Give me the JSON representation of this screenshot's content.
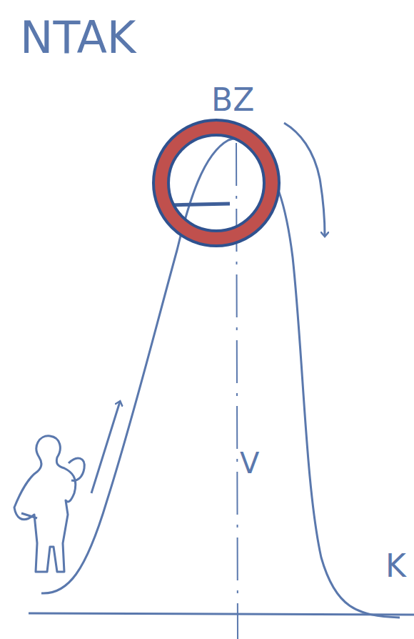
{
  "diagram": {
    "title": "NTAK",
    "labels": [
      "BZ",
      "V",
      "K"
    ]
  }
}
